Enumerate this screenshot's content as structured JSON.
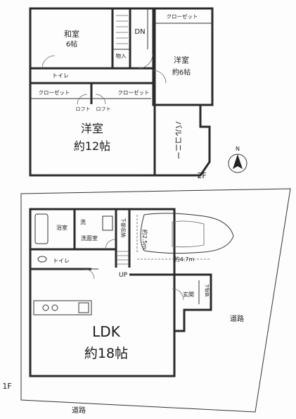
{
  "floor2": {
    "label": "2F",
    "rooms": {
      "washitsu": "和室",
      "washitsu_size": "6帖",
      "dn": "DN",
      "closet_top": "クローゼット",
      "monoire": "物入",
      "yoshitsu_right": "洋室",
      "yoshitsu_right_size": "約6帖",
      "toilet": "トイレ",
      "closet_left": "クローゼット",
      "closet_mid": "クローゼット",
      "loft1": "ロフト",
      "loft2": "ロフト",
      "yoshitsu_main": "洋室",
      "yoshitsu_main_size": "約12帖",
      "balcony": "バルコニー"
    }
  },
  "floor1": {
    "label": "1F",
    "rooms": {
      "bath": "浴室",
      "sen": "洗",
      "senmenjo": "洗面室",
      "shita_shuno": "下部収納",
      "toilet": "トイレ",
      "up": "UP",
      "genkan": "玄関",
      "gebako": "下駄箱",
      "ldk": "LDK",
      "ldk_size": "約18帖"
    },
    "parking": {
      "width": "約2.5m",
      "length": "約4.7m"
    }
  },
  "compass": {
    "north": "N"
  },
  "roads": {
    "right": "道路",
    "bottom": "道路"
  }
}
